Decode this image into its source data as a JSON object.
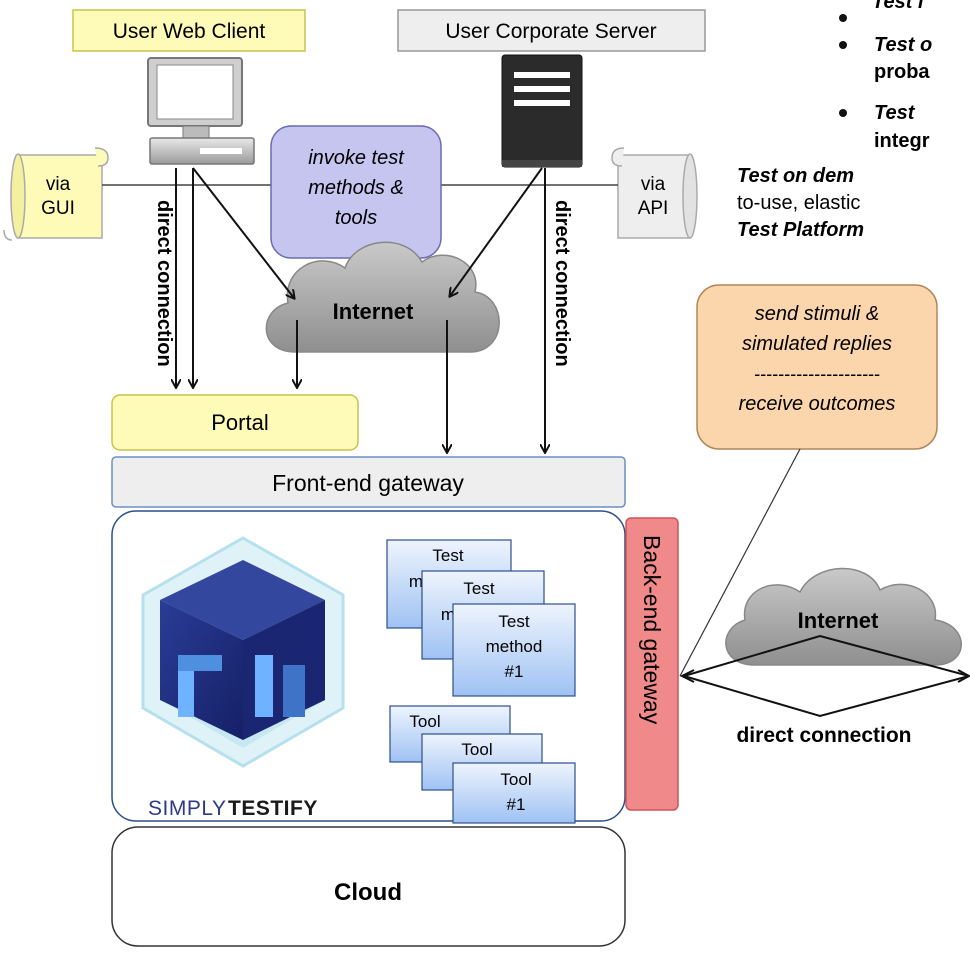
{
  "top_labels": {
    "web_client": "User Web Client",
    "corporate_server": "User Corporate Server"
  },
  "scrolls": {
    "gui": [
      "via",
      "GUI"
    ],
    "api": [
      "via",
      "API"
    ]
  },
  "invoke_box": [
    "invoke test",
    "methods &",
    "tools"
  ],
  "direct_connection_left": "direct connection",
  "direct_connection_right": "direct connection",
  "direct_connection_bottom": "direct connection",
  "internet_top": "Internet",
  "internet_right": "Internet",
  "portal": "Portal",
  "front_end_gateway": "Front-end gateway",
  "back_end_gateway": "Back-end gateway",
  "cloud": "Cloud",
  "stimuli_box": [
    "send stimuli &",
    "simulated replies",
    "---------------------",
    "receive outcomes"
  ],
  "test_method_cards": [
    "Test",
    "Test",
    "Test",
    "method",
    "#1"
  ],
  "test_method_partial_letter": "m",
  "tool_cards": [
    "Tool",
    "Tool",
    "Tool",
    "#1"
  ],
  "logo_text": {
    "part1": "SIMPLY",
    "part2": "TESTIFY"
  },
  "right_text": {
    "bullets": [
      "Test i",
      "Test o",
      "proba",
      "Test",
      "integr"
    ],
    "line1": "Test on dem",
    "line2": "to-use, elastic",
    "line3": "Test Platform"
  },
  "colors": {
    "yellow_fill": "#fdfbb7",
    "yellow_stroke": "#c9c34a",
    "gray_fill": "#eeeeee",
    "purple_fill": "#c5c5f0",
    "peach_fill": "#fbd5ac",
    "red_fill": "#f08a8a",
    "blue_card": "#d7e6fb",
    "logo_dark": "#1f2d7a"
  }
}
